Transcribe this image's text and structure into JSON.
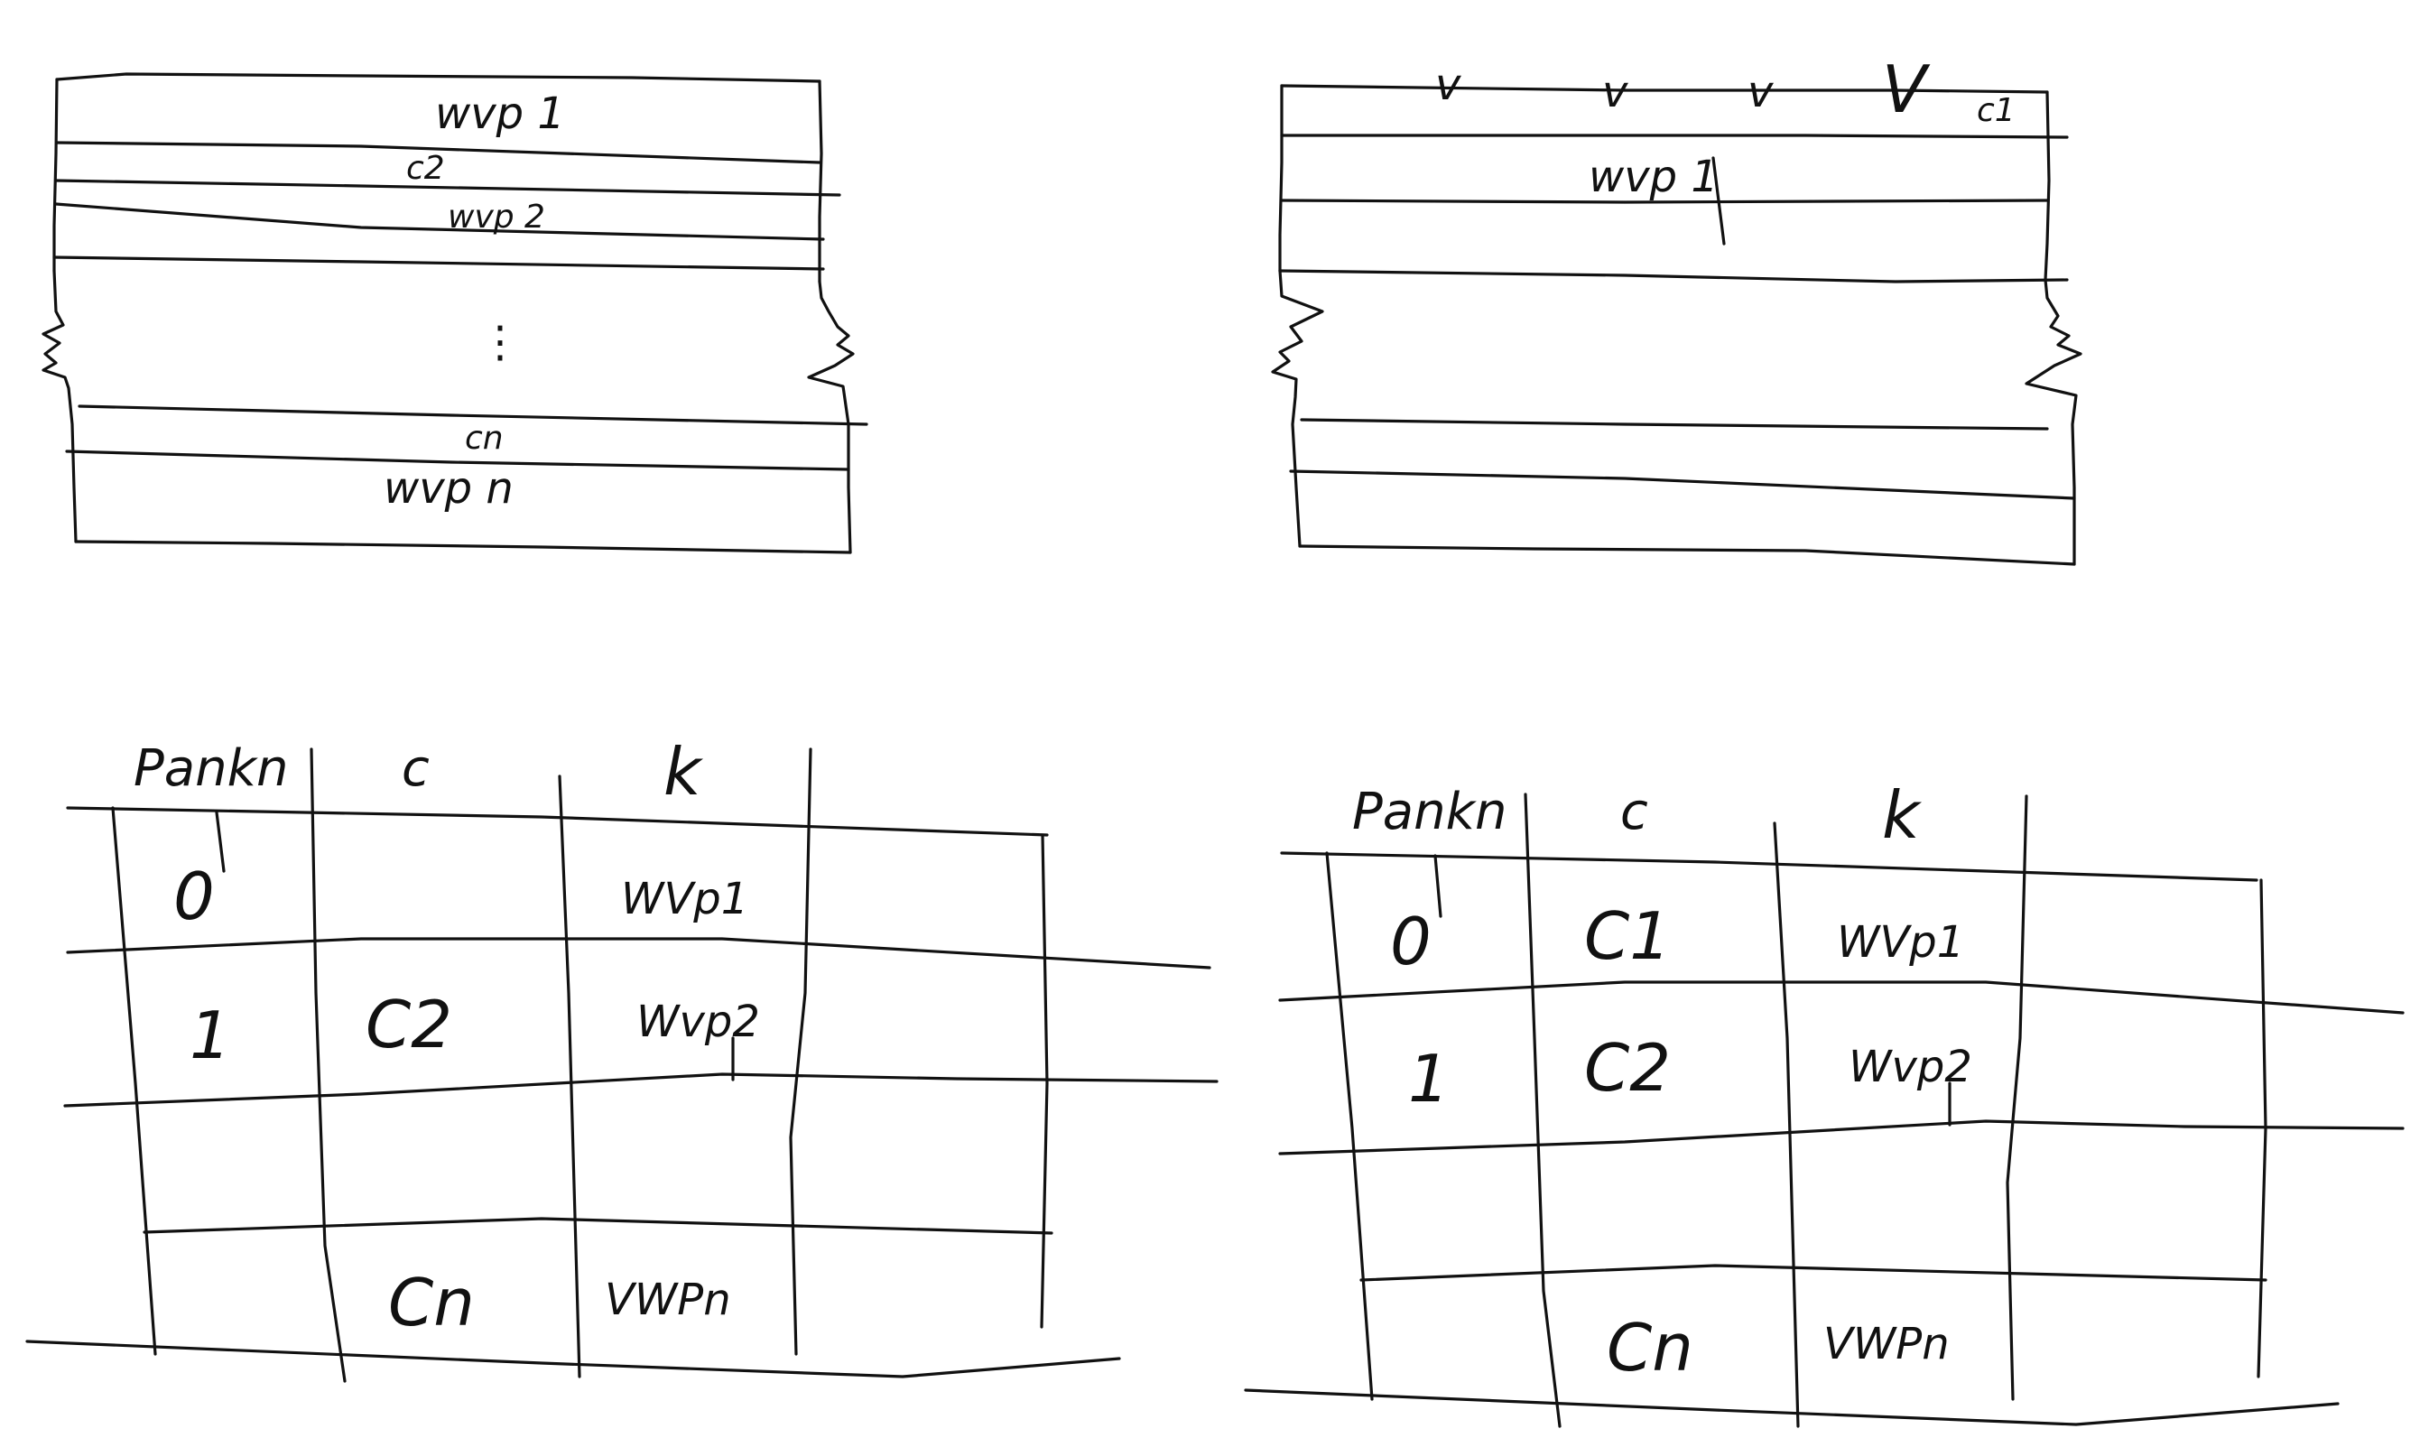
{
  "diagram_top_left": {
    "rows": [
      "wvp 1",
      "c2",
      "wvp 2",
      "⋮",
      "cn",
      "wvp n"
    ]
  },
  "diagram_top_right": {
    "marks": [
      "v",
      "v",
      "v",
      "V"
    ],
    "rows": [
      "c1",
      "wvp 1"
    ]
  },
  "table_bottom_left": {
    "headers": [
      "Pankn",
      "c",
      "k"
    ],
    "rows": [
      [
        "0",
        "",
        "WVp1"
      ],
      [
        "1",
        "C2",
        "Wvp2"
      ],
      [
        "",
        "",
        ""
      ],
      [
        "",
        "Cn",
        "VWPn"
      ]
    ]
  },
  "table_bottom_right": {
    "headers": [
      "Pankn",
      "c",
      "k"
    ],
    "rows": [
      [
        "0",
        "C1",
        "WVp1"
      ],
      [
        "1",
        "C2",
        "Wvp2"
      ],
      [
        "",
        "",
        ""
      ],
      [
        "",
        "Cn",
        "VWPn"
      ]
    ]
  }
}
